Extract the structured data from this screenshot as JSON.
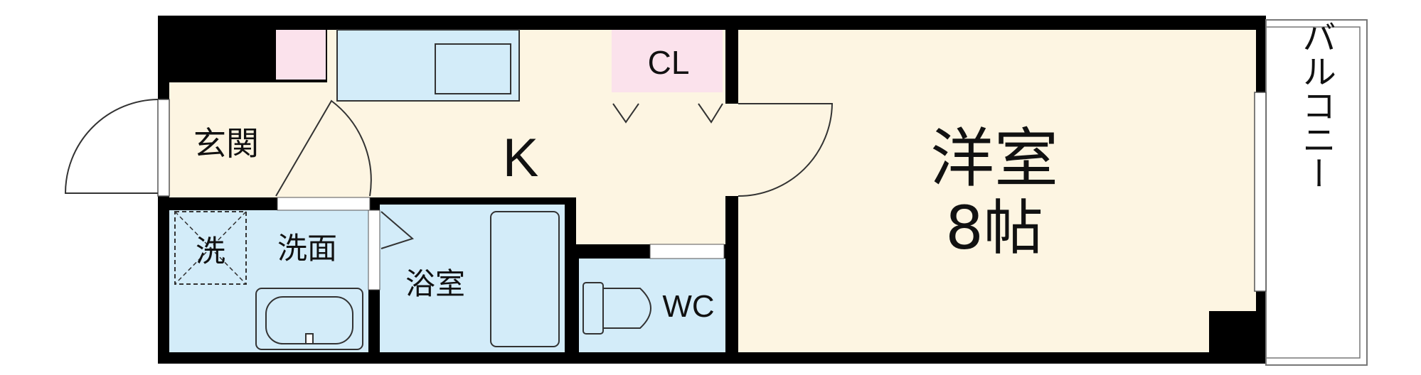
{
  "rooms": {
    "genkan": "玄関",
    "kitchen": "K",
    "closet": "CL",
    "washer": "洗",
    "senmen": "洗面",
    "bath": "浴室",
    "wc": "WC",
    "youshitsu": "洋室",
    "youshitsu_size": "8帖",
    "balcony": "バルコニー"
  },
  "colors": {
    "wall": "#000000",
    "cream": "#fdf5e2",
    "light_blue": "#d3ecf9",
    "pink": "#fbe2ec",
    "outline": "#333333"
  }
}
